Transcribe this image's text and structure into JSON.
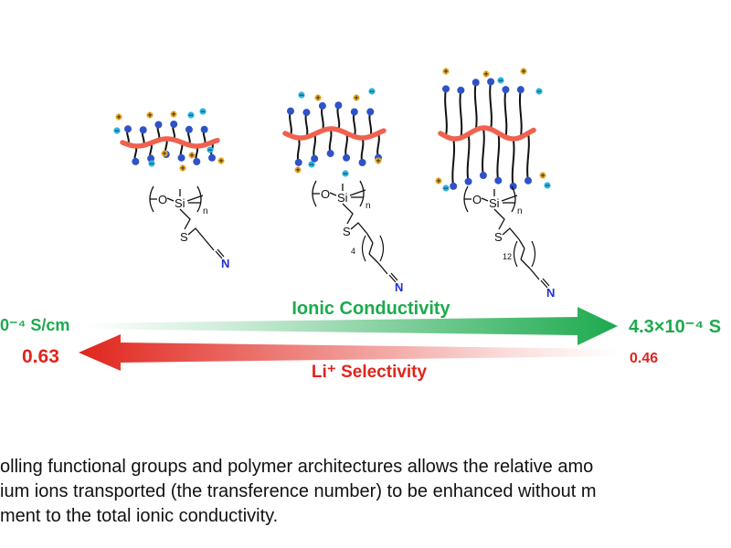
{
  "colors": {
    "backbone": "#f0624f",
    "chain": "#111111",
    "endgroup": "#2f52c7",
    "anion": "#27b6e8",
    "cation": "#f2b02a",
    "green": "#1daa4e",
    "red": "#e0251c",
    "nitrogen": "#1f2fd6"
  },
  "polymers": [
    {
      "subscript_n": "n",
      "spacer_label": ""
    },
    {
      "subscript_n": "n",
      "spacer_label": "4"
    },
    {
      "subscript_n": "n",
      "spacer_label": "12"
    }
  ],
  "structure_atoms": {
    "oxygen": "O",
    "silicon": "Si",
    "sulfur": "S",
    "nitrogen": "N"
  },
  "ions": {
    "cation_symbol": "+",
    "anion_symbol": "−"
  },
  "conductivity_arrow": {
    "label": "Ionic Conductivity",
    "left_value": "0⁻⁴ S/cm",
    "right_value": "4.3×10⁻⁴ S"
  },
  "selectivity_arrow": {
    "label": "Li⁺ Selectivity",
    "left_value": "0.63",
    "right_value": "0.46"
  },
  "caption": {
    "line1": "olling functional groups and polymer architectures allows the relative amo",
    "line2": "ium ions transported (the transference number) to be enhanced without m",
    "line3": "ment to the total ionic conductivity."
  }
}
